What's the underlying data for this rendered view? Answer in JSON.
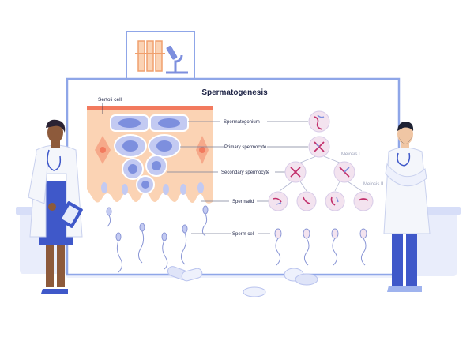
{
  "board": {
    "title": "Spermatogenesis",
    "sertoli_label": "Sertoli cell",
    "stages": {
      "spermatogonium": "Spermatogonium",
      "primary": "Primary spermocyte",
      "secondary": "Secondary spermocyte",
      "spermatid": "Spermatid",
      "sperm": "Sperm cell"
    },
    "meiosis_1": "Meiosis I",
    "meiosis_2": "Meiosis II"
  },
  "colors": {
    "board_border": "#8fa6e8",
    "tissue_fill": "#fbd3b4",
    "tissue_band": "#f27a5e",
    "cell_fill": "#c3caf2",
    "nucleus_fill": "#7d8fde",
    "chromosome": "#c2306b",
    "cell_pink": "#f3e3ef",
    "doctor_coat": "#f4f6fb",
    "doctor_pants": "#3f58c9",
    "tooltip_fill": "#e6ebfb"
  },
  "icons": {
    "sign": "microscope-test-tubes-icon",
    "pills": "pills-icon"
  }
}
